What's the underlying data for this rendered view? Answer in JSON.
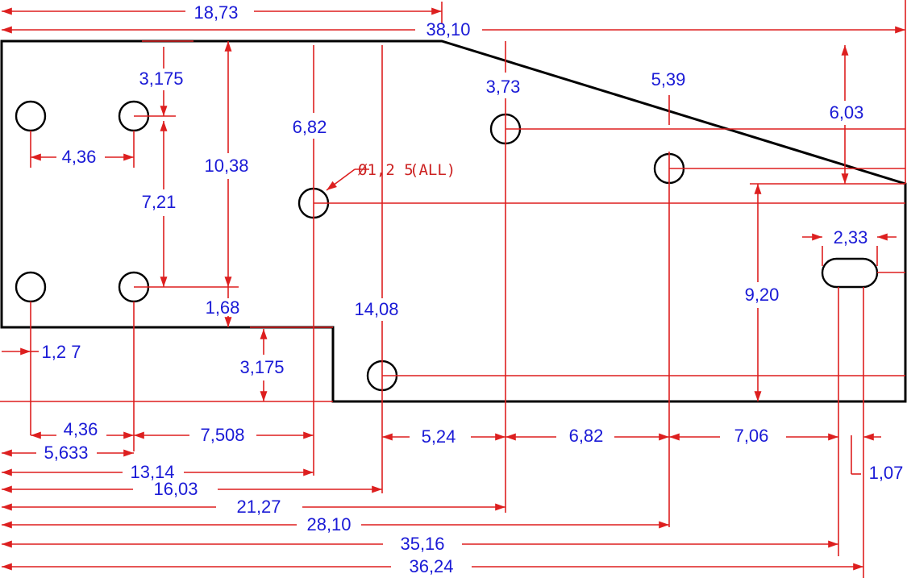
{
  "dimensions": [
    {
      "id": "d-18-73",
      "text": "18,73"
    },
    {
      "id": "d-38-10",
      "text": "38,10"
    },
    {
      "id": "d-3-175-top",
      "text": "3,175"
    },
    {
      "id": "d-4-36-top",
      "text": "4,36"
    },
    {
      "id": "d-7-21",
      "text": "7,21"
    },
    {
      "id": "d-10-38",
      "text": "10,38"
    },
    {
      "id": "d-6-82-v",
      "text": "6,82"
    },
    {
      "id": "d-3-73",
      "text": "3,73"
    },
    {
      "id": "d-5-39",
      "text": "5,39"
    },
    {
      "id": "d-6-03",
      "text": "6,03"
    },
    {
      "id": "d-2-33",
      "text": "2,33"
    },
    {
      "id": "d-9-20",
      "text": "9,20"
    },
    {
      "id": "d-1-68",
      "text": "1,68"
    },
    {
      "id": "d-14-08",
      "text": "14,08"
    },
    {
      "id": "d-1-27",
      "text": "1,2 7"
    },
    {
      "id": "d-3-175-bot",
      "text": "3,175"
    },
    {
      "id": "d-4-36-bot",
      "text": "4,36"
    },
    {
      "id": "d-7-508",
      "text": "7,508"
    },
    {
      "id": "d-5-24",
      "text": "5,24"
    },
    {
      "id": "d-6-82-h",
      "text": "6,82"
    },
    {
      "id": "d-7-06",
      "text": "7,06"
    },
    {
      "id": "d-5-633",
      "text": "5,633"
    },
    {
      "id": "d-1-07",
      "text": "1,07"
    },
    {
      "id": "d-13-14",
      "text": "13,14"
    },
    {
      "id": "d-16-03",
      "text": "16,03"
    },
    {
      "id": "d-21-27",
      "text": "21,27"
    },
    {
      "id": "d-28-10",
      "text": "28,10"
    },
    {
      "id": "d-35-16",
      "text": "35,16"
    },
    {
      "id": "d-36-24",
      "text": "36,24"
    }
  ],
  "hole_note": "Ø1,2 5",
  "hole_note_suffix": "(ALL)",
  "colors": {
    "outline": "#000000",
    "dimension_line": "#dd1f1f",
    "dimension_text": "#1a1ad6",
    "note_text": "#cc2222"
  }
}
